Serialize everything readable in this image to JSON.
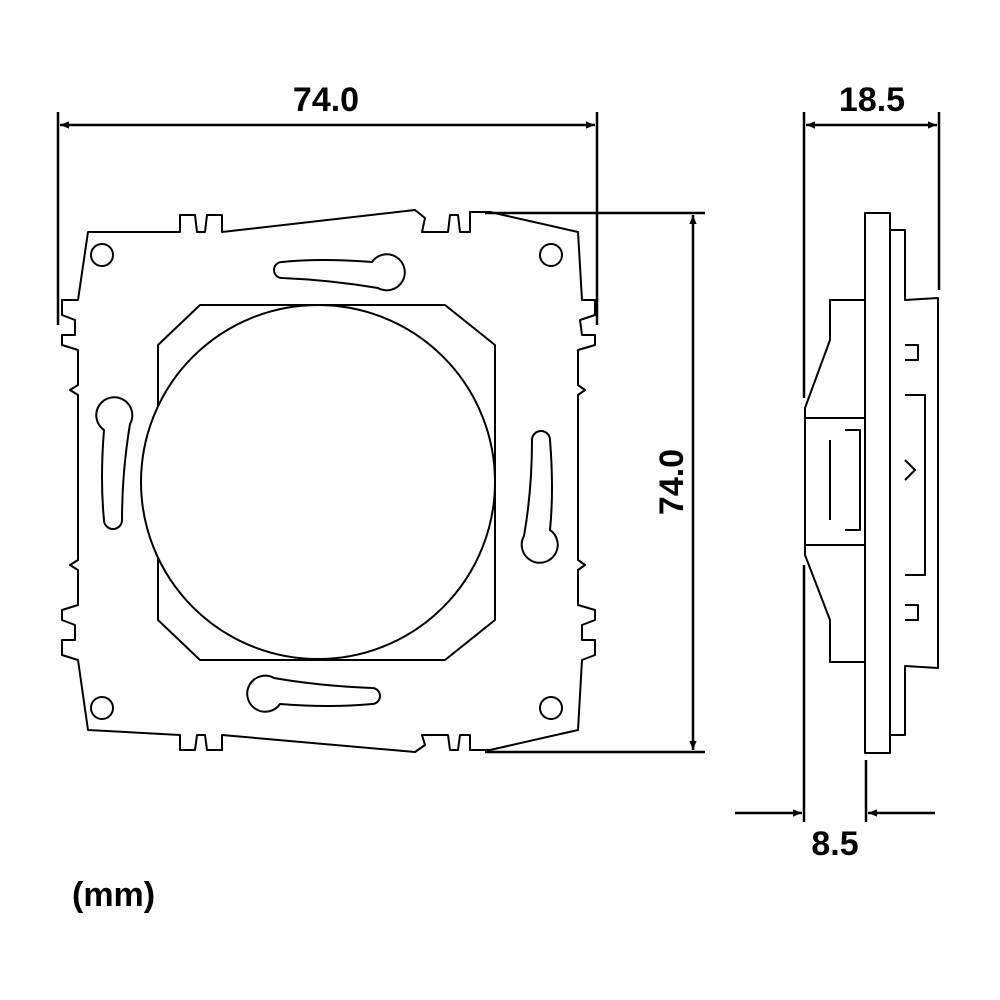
{
  "dimensions": {
    "front_width": "74.0",
    "front_height": "74.0",
    "side_depth_total": "18.5",
    "side_depth_front": "8.5"
  },
  "units_label": "(mm)"
}
